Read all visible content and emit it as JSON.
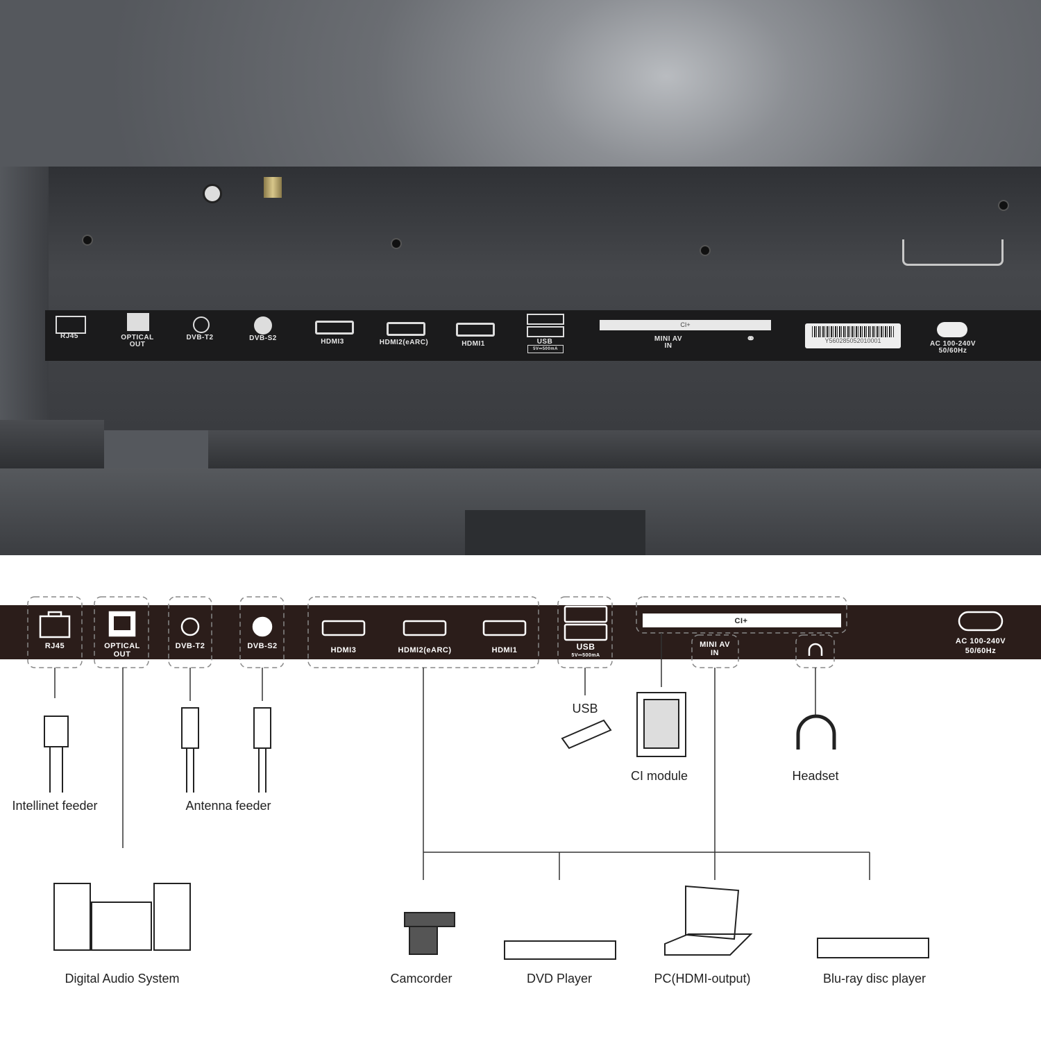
{
  "photo": {
    "ports": [
      {
        "label": "RJ45"
      },
      {
        "label": "OPTICAL",
        "label2": "OUT"
      },
      {
        "label": "DVB-T2"
      },
      {
        "label": "DVB-S2"
      },
      {
        "label": "HDMI3"
      },
      {
        "label": "HDMI2(eARC)"
      },
      {
        "label": "HDMI1"
      },
      {
        "label": "USB",
        "sub": "5V⎓500mA"
      },
      {
        "label": "MINI AV",
        "label2": "IN"
      }
    ],
    "ci_slot": "CI+",
    "serial": "Y560285052010001",
    "power": {
      "line1": "AC 100-240V",
      "line2": "50/60Hz"
    }
  },
  "diagram": {
    "strip_color": "#2b1d1a",
    "ports": {
      "rj45": "RJ45",
      "optical1": "OPTICAL",
      "optical2": "OUT",
      "dvbt2": "DVB-T2",
      "dvbs2": "DVB-S2",
      "hdmi3": "HDMI3",
      "hdmi2": "HDMI2(eARC)",
      "hdmi1": "HDMI1",
      "usb": "USB",
      "usb_sub": "5V⎓500mA",
      "ci": "CI+",
      "miniav1": "MINI AV",
      "miniav2": "IN",
      "power1": "AC 100-240V",
      "power2": "50/60Hz"
    },
    "devices": {
      "usb": "USB",
      "ci_module": "CI module",
      "headset": "Headset",
      "intellinet": "Intellinet feeder",
      "antenna": "Antenna feeder",
      "audio": "Digital Audio System",
      "camcorder": "Camcorder",
      "dvd": "DVD Player",
      "pc": "PC(HDMI-output)",
      "bluray": "Blu-ray disc player"
    }
  }
}
